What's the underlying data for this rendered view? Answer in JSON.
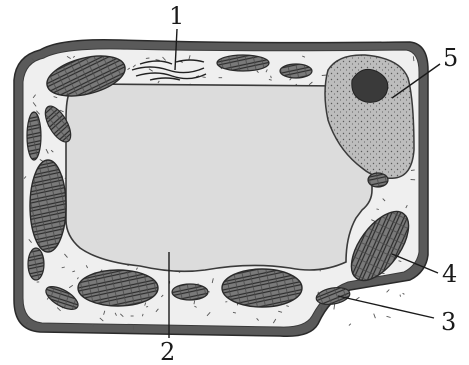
{
  "labels": [
    {
      "id": "label-1",
      "text": "1"
    },
    {
      "id": "label-2",
      "text": "2"
    },
    {
      "id": "label-3",
      "text": "3"
    },
    {
      "id": "label-4",
      "text": "4"
    },
    {
      "id": "label-5",
      "text": "5"
    }
  ],
  "colors": {
    "wall": "#4a4a4a",
    "cytoplasm": "#efefef",
    "vacuole": "#dcdcdc",
    "organelle_fill": "#6a6a6a",
    "organelle_line": "#2c2c2c",
    "nucleus": "#b9b9b9",
    "nucleolus": "#3a3a3a"
  }
}
